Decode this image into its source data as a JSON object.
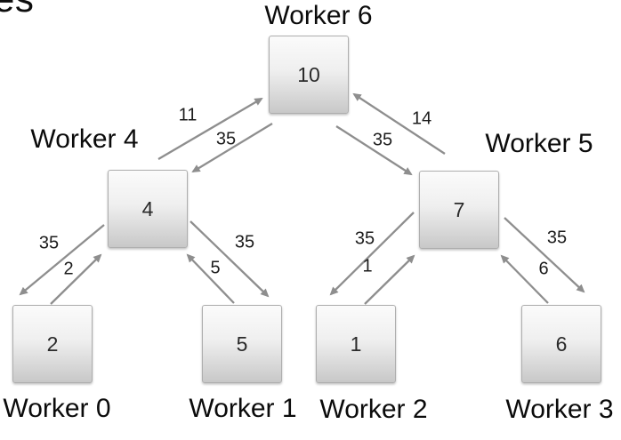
{
  "title_fragment": "es",
  "colors": {
    "arrow": "#8e8e8e",
    "box_border": "#aeaeae",
    "box_gradient_top": "#fbfbfb",
    "box_gradient_bottom": "#c8c8c8",
    "text": "#0b0b0b"
  },
  "diagram": {
    "nodes": [
      {
        "id": "worker6",
        "label": "Worker 6",
        "value": "10"
      },
      {
        "id": "worker4",
        "label": "Worker 4",
        "value": "4"
      },
      {
        "id": "worker5",
        "label": "Worker 5",
        "value": "7"
      },
      {
        "id": "worker0",
        "label": "Worker 0",
        "value": "2"
      },
      {
        "id": "worker1",
        "label": "Worker 1",
        "value": "5"
      },
      {
        "id": "worker2",
        "label": "Worker 2",
        "value": "1"
      },
      {
        "id": "worker3",
        "label": "Worker 3",
        "value": "6"
      }
    ],
    "edges": [
      {
        "from": "Worker 4",
        "to": "Worker 6",
        "label": "11"
      },
      {
        "from": "Worker 6",
        "to": "Worker 4",
        "label": "35"
      },
      {
        "from": "Worker 5",
        "to": "Worker 6",
        "label": "14"
      },
      {
        "from": "Worker 6",
        "to": "Worker 5",
        "label": "35"
      },
      {
        "from": "Worker 4",
        "to": "Worker 0",
        "label": "35"
      },
      {
        "from": "Worker 0",
        "to": "Worker 4",
        "label": "2"
      },
      {
        "from": "Worker 4",
        "to": "Worker 1",
        "label": "35"
      },
      {
        "from": "Worker 1",
        "to": "Worker 4",
        "label": "5"
      },
      {
        "from": "Worker 5",
        "to": "Worker 2",
        "label": "35"
      },
      {
        "from": "Worker 2",
        "to": "Worker 5",
        "label": "1"
      },
      {
        "from": "Worker 5",
        "to": "Worker 3",
        "label": "35"
      },
      {
        "from": "Worker 3",
        "to": "Worker 5",
        "label": "6"
      }
    ]
  }
}
